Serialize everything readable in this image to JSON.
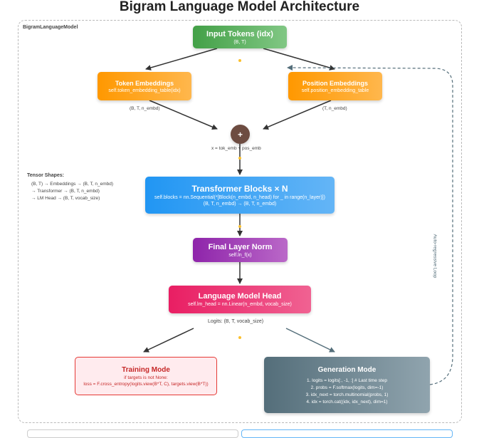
{
  "title": "Bigram Language Model Architecture",
  "container_label": "BigramLanguageModel",
  "input": {
    "title": "Input Tokens (idx)",
    "shape": "(B, T)"
  },
  "token_emb": {
    "title": "Token Embeddings",
    "code": "self.token_embedding_table(idx)",
    "shape": "(B, T, n_embd)"
  },
  "pos_emb": {
    "title": "Position Embeddings",
    "code": "self.position_embedding_table",
    "shape": "(T, n_embd)"
  },
  "add": {
    "symbol": "+",
    "formula": "x = tok_emb + pos_emb"
  },
  "transformer": {
    "title": "Transformer Blocks × N",
    "code": "self.blocks = nn.Sequential(*[Block(n_embd, n_head) for _ in range(n_layer)])",
    "shape": "(B, T, n_embd) → (B, T, n_embd)"
  },
  "layer_norm": {
    "title": "Final Layer Norm",
    "code": "self.ln_f(x)"
  },
  "lm_head": {
    "title": "Language Model Head",
    "code": "self.lm_head = nn.Linear(n_embd, vocab_size)",
    "logits": "Logits: (B, T, vocab_size)"
  },
  "tensor_shapes": {
    "title": "Tensor Shapes:",
    "lines": [
      "(B, T) → Embeddings → (B, T, n_embd)",
      "→ Transformer → (B, T, n_embd)",
      "→ LM Head → (B, T, vocab_size)"
    ]
  },
  "training": {
    "title": "Training Mode",
    "line1": "if targets is not None:",
    "line2": "loss = F.cross_entropy(logits.view(B*T, C), targets.view(B*T))"
  },
  "generation": {
    "title": "Generation Mode",
    "steps": [
      "1. logits = logits[:, -1, :] # Last time step",
      "2. probs = F.softmax(logits, dim=-1)",
      "3. idx_next = torch.multinomial(probs, 1)",
      "4. idx = torch.cat((idx, idx_next), dim=1)"
    ]
  },
  "loop_label": "Auto-regressive Loop",
  "colors": {
    "input": "#43a047",
    "embedding": "#ff9800",
    "add": "#6d4c41",
    "transformer": "#2196f3",
    "layer_norm": "#8e24aa",
    "lm_head": "#e91e63",
    "training": "#e53935",
    "generation": "#546e7a"
  }
}
